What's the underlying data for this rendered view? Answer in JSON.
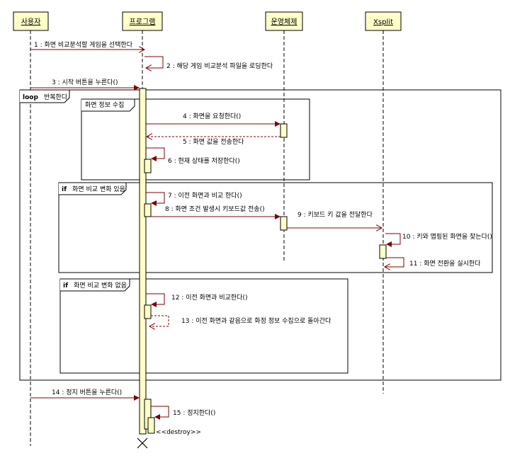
{
  "participants": {
    "user": "사용자",
    "program": "프로그램",
    "os": "운영체제",
    "xsplit": "Xsplit"
  },
  "fragments": {
    "loop": {
      "keyword": "loop",
      "text": "반복한다"
    },
    "capture_group": "화면 정보 수집",
    "alt_changed": {
      "keyword": "if",
      "text": "화면 비교 변화 있음"
    },
    "alt_unchanged": {
      "keyword": "if",
      "text": "화면 비교 변화 없음"
    }
  },
  "messages": {
    "m1": "1 : 화면 비교분석할 게임을 선택한다",
    "m2": "2 : 해당 게임 비교분석 파일을 로딩한다",
    "m3": "3 : 시작 버튼을 누른다()",
    "m4": "4 : 화면을 요청한다()",
    "m5": "5 : 화면 값을 전송한다",
    "m6": "6 : 현재 상태를 저장한다()",
    "m7": "7 : 이전 화면과 비교 한다()",
    "m8": "8 : 화면 조건 발생시 키보드값 전송()",
    "m9": "9 : 키보드 키 값을 전달한다",
    "m10": "10 : 키와 맵핑된 화면을 찾는다()",
    "m11": "11 : 화면 전환을 실시한다",
    "m12": "12 : 이전 화면과 비교한다()",
    "m13": "13 : 이전 화면과 같음으로 화정 정보 수집으로 돌아간다",
    "m14": "14 : 정지 버튼을 누른다()",
    "m15": "15 : 정지한다()",
    "destroy": "<<destroy>>"
  },
  "colors": {
    "participant_fill": "#ffffc8",
    "activation_fill": "#ffffc8",
    "arrow": "#800000",
    "line": "#000000"
  }
}
